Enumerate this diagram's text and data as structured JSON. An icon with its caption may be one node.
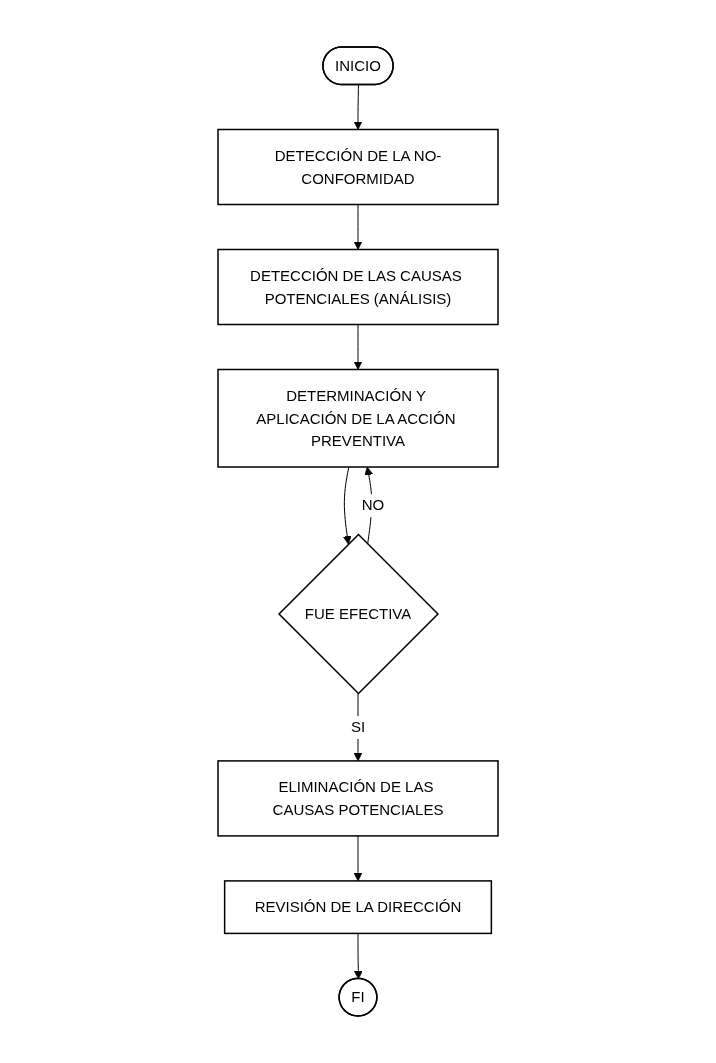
{
  "diagram": {
    "nodes": [
      {
        "text": [
          "INICIO"
        ]
      },
      {
        "text": [
          "DETECCIÓN DE LA NO-CONFORMIDAD"
        ]
      },
      {
        "text": [
          "DETECCIÓN DE LAS CAUSAS POTENCIALES (ANÁLISIS)"
        ]
      },
      {
        "text": [
          "DETERMINACIÓN Y APLICACIÓN DE LA ACCIÓN PREVENTIVA"
        ]
      },
      {
        "text": [
          "FUE EFECTIVA"
        ]
      },
      {
        "text": [
          "ELIMINACIÓN DE LAS CAUSAS POTENCIALES"
        ]
      },
      {
        "text": [
          "REVISIÓN DE LA DIRECCIÓN"
        ]
      },
      {
        "text": [
          "FI"
        ]
      }
    ],
    "edges": [
      {
        "from": 0,
        "to": 1,
        "arrow": "to"
      },
      {
        "from": 1,
        "to": 2,
        "arrow": "to"
      },
      {
        "from": 2,
        "to": 3,
        "arrow": "to"
      },
      {
        "from": 3,
        "to": 4,
        "arrow": "to"
      },
      {
        "from": 4,
        "to": 3,
        "label": "NO",
        "arrow": "to"
      },
      {
        "from": 4,
        "to": 5,
        "label": "SI",
        "arrow": "to"
      },
      {
        "from": 5,
        "to": 6,
        "arrow": "to"
      },
      {
        "from": 6,
        "to": 7,
        "arrow": "to"
      }
    ]
  }
}
